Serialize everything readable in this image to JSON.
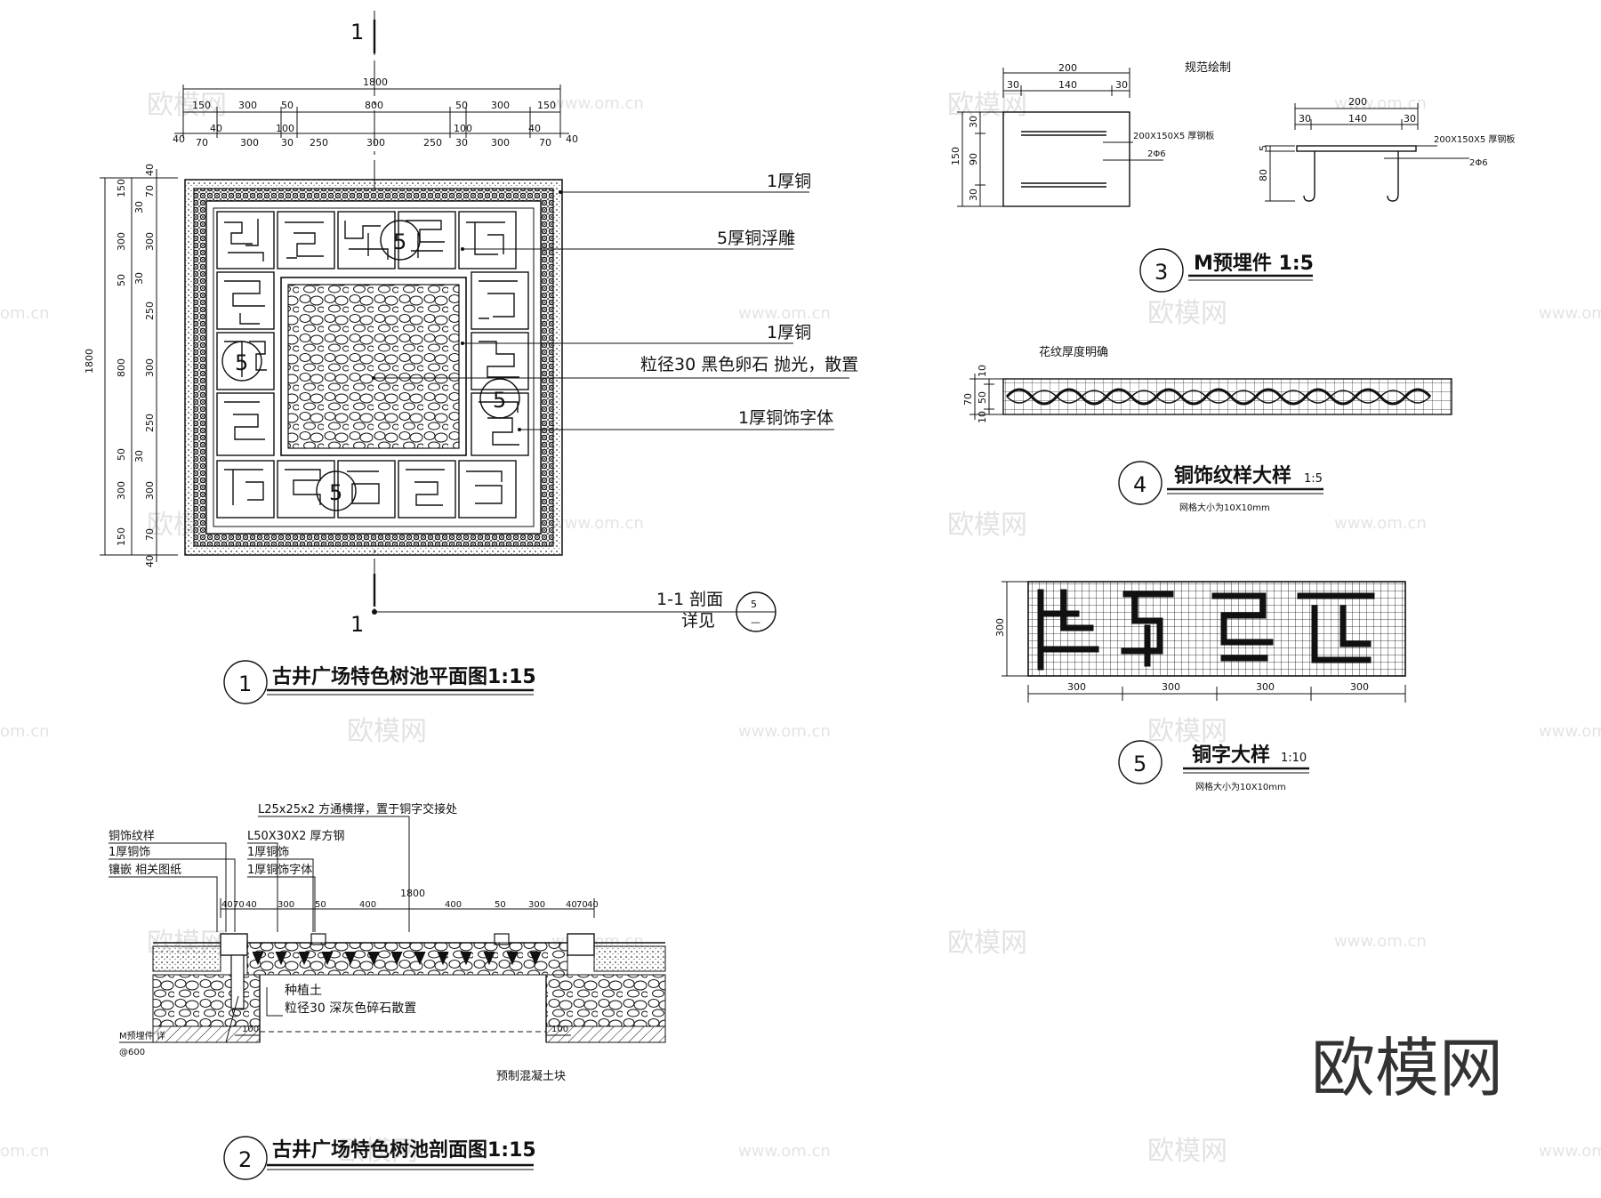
{
  "watermark": {
    "brand": "欧模网",
    "url": "www.om.cn",
    "url_short": "om.cn"
  },
  "logo": {
    "text": "欧模网"
  },
  "plan": {
    "section_mark": "1",
    "top_total": "1800",
    "top_dims_1": [
      "150",
      "300",
      "50",
      "800",
      "50",
      "300",
      "150"
    ],
    "top_dims_2": [
      "40",
      "70",
      "300",
      "30",
      "250",
      "300",
      "250",
      "30",
      "300",
      "70",
      "40"
    ],
    "top_dims_3": [
      "40",
      "100",
      "100",
      "40"
    ],
    "left_total": "1800",
    "left_dims_outer": [
      "150",
      "300",
      "50",
      "800",
      "50",
      "300",
      "150"
    ],
    "left_dims_inner": [
      "40",
      "70",
      "30",
      "300",
      "30",
      "250",
      "300",
      "250",
      "30",
      "300",
      "70",
      "40"
    ],
    "labels": [
      "1厚铜",
      "5厚铜浮雕",
      "1厚铜",
      "粒径30 黑色卵石 抛光，散置",
      "1厚铜饰字体"
    ],
    "detail_marks": [
      "5",
      "5",
      "5",
      "5"
    ],
    "section_note_1": "1-1 剖面",
    "section_note_2": "详见",
    "section_bubble_top": "5",
    "section_bubble_bottom": "—",
    "title_num": "1",
    "title": "古井广场特色树池平面图1:15"
  },
  "embed": {
    "heading": "规范绘制",
    "dims_top": [
      "200",
      "30",
      "140",
      "30"
    ],
    "dims_left": [
      "150",
      "30",
      "90",
      "30"
    ],
    "plate_label": "200X150X5 厚钢板",
    "bar_label": "2Φ6",
    "side_dims_top": [
      "200",
      "30",
      "140",
      "30"
    ],
    "side_dims_left": [
      "5",
      "80"
    ],
    "side_plate_label": "200X150X5 厚钢板",
    "side_bar_label": "2Φ6",
    "title_num": "3",
    "title": "M预埋件 1:5"
  },
  "pattern": {
    "heading": "花纹厚度明确",
    "dims_left": [
      "70",
      "10",
      "50",
      "10"
    ],
    "title_num": "4",
    "title": "铜饰纹样大样",
    "scale": "1:5",
    "note": "网格大小为10X10mm"
  },
  "glyph": {
    "dim_left": "300",
    "dims_bottom": [
      "300",
      "300",
      "300",
      "300"
    ],
    "title_num": "5",
    "title": "铜字大样",
    "scale": "1:10",
    "note": "网格大小为10X10mm"
  },
  "section": {
    "top_note": "L25x25x2 方通横撑，置于铜字交接处",
    "labels_left": [
      "铜饰纹样",
      "1厚铜饰",
      "镶嵌 相关图纸"
    ],
    "labels_mid": [
      "L50X30X2 厚方钢",
      "1厚铜饰",
      "1厚铜饰字体"
    ],
    "total": "1800",
    "dims": [
      "40",
      "70",
      "40",
      "300",
      "50",
      "400",
      "400",
      "50",
      "300",
      "40",
      "70",
      "40"
    ],
    "soil_label": "种植土",
    "gravel_label": "粒径30 深灰色碎石散置",
    "embed_label": "M预埋件 详",
    "embed_sub": "@600",
    "dim_100": "100",
    "concrete_label": "预制混凝土块",
    "title_num": "2",
    "title": "古井广场特色树池剖面图1:15"
  }
}
